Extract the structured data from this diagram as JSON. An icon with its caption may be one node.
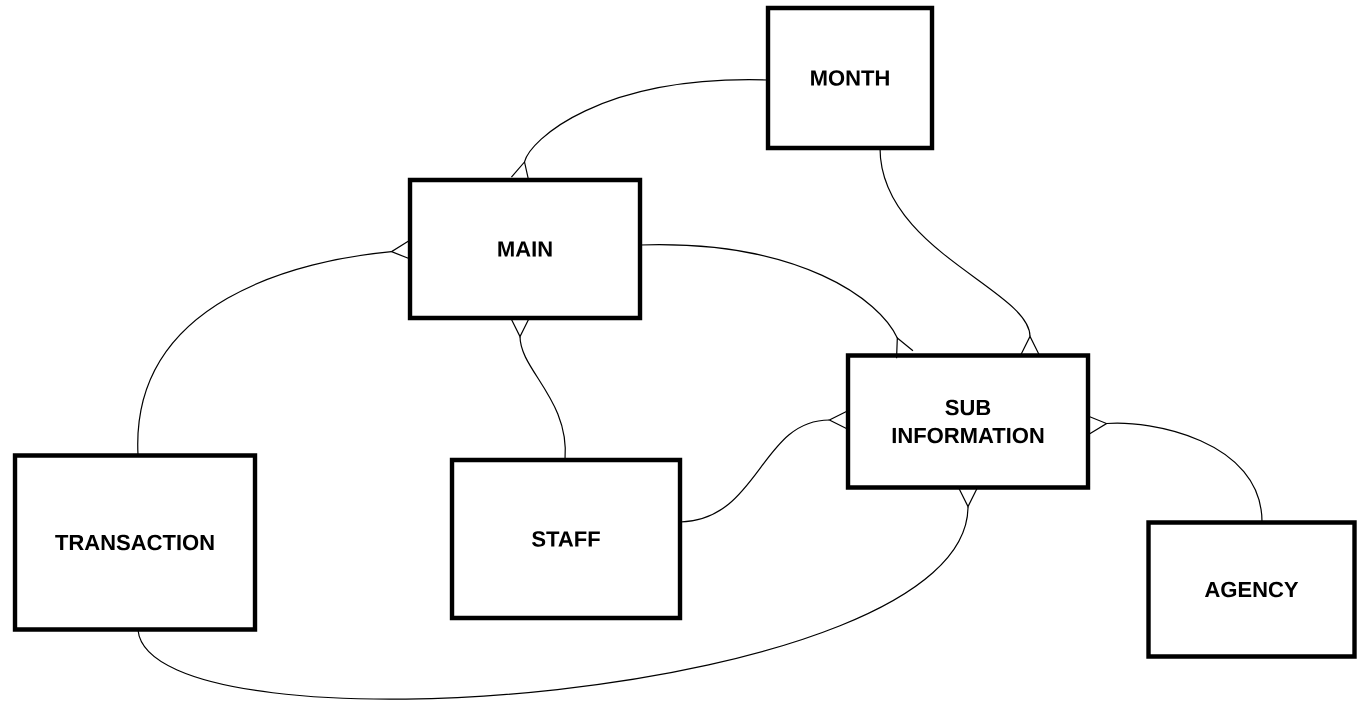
{
  "diagram": {
    "nodes": [
      {
        "text": [
          "MONTH"
        ]
      },
      {
        "text": [
          "MAIN"
        ]
      },
      {
        "text": [
          "SUB INFORMATION"
        ]
      },
      {
        "text": [
          "TRANSACTION"
        ]
      },
      {
        "text": [
          "STAFF"
        ]
      },
      {
        "text": [
          "AGENCY"
        ]
      }
    ],
    "edges": [
      {
        "from": 0,
        "to": 1,
        "arrow": "other"
      },
      {
        "from": 3,
        "to": 1,
        "arrow": "other"
      },
      {
        "from": 4,
        "to": 1,
        "arrow": "other"
      },
      {
        "from": 1,
        "to": 2,
        "arrow": "other"
      },
      {
        "from": 0,
        "to": 2,
        "arrow": "other"
      },
      {
        "from": 4,
        "to": 2,
        "arrow": "other"
      },
      {
        "from": 5,
        "to": 2,
        "arrow": "other"
      },
      {
        "from": 3,
        "to": 2,
        "arrow": "other"
      }
    ]
  }
}
